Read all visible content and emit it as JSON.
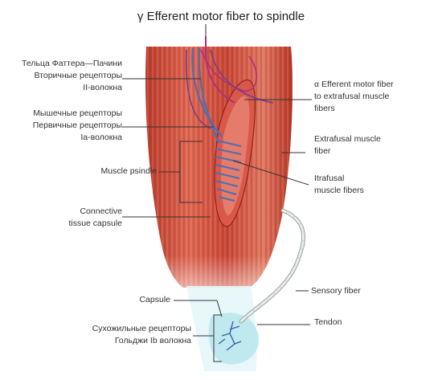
{
  "title": "γ Efferent motor fiber to spindle",
  "labels_left": {
    "pacini_1": "Тельца Фаттера—Пачини",
    "pacini_2": "Вторичные рецепторы",
    "pacini_3": "II-волокна",
    "muscle_rec_1": "Мышечные рецепторы",
    "muscle_rec_2": "Первичные рецепторы",
    "muscle_rec_3": "Ia-волокна",
    "spindle": "Muscle psindle",
    "capsule_1": "Connective",
    "capsule_2": "tissue capsule",
    "capsule": "Capsule",
    "golgi_1": "Сухожильные рецепторы",
    "golgi_2": "Гольджи Ib волокна"
  },
  "labels_right": {
    "alpha_1": "α Efferent motor fiber",
    "alpha_2": "to extrafusal muscle",
    "alpha_3": "fibers",
    "extrafusal_1": "Extrafusal muscle",
    "extrafusal_2": "fiber",
    "intrafusal_1": "Itrafusal",
    "intrafusal_2": "muscle fibers",
    "sensory": "Sensory fiber",
    "tendon": "Tendon"
  },
  "colors": {
    "muscle_dark": "#c0392b",
    "muscle_light": "#e8735f",
    "nerve_blue": "#4a6fb5",
    "nerve_purple": "#7b3f8c",
    "nerve_magenta": "#b0307a",
    "tendon": "#cdeef2",
    "leader": "#333333"
  }
}
